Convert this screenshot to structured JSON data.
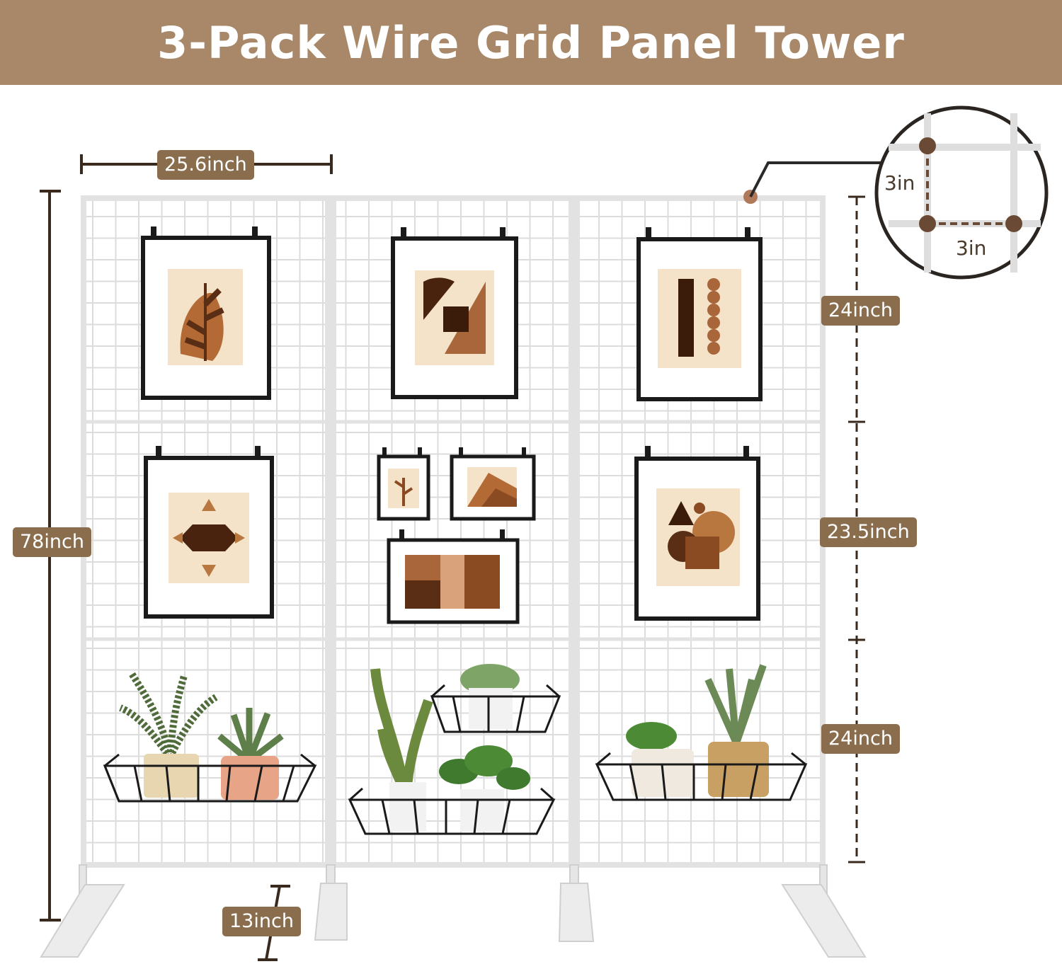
{
  "title": "3-Pack Wire Grid Panel Tower",
  "dimensions": {
    "width": "25.6inch",
    "height": "78inch",
    "base_depth": "13inch",
    "section_top": "24inch",
    "section_middle": "23.5inch",
    "section_bottom": "24inch"
  },
  "grid_detail": {
    "vertical_spacing": "3in",
    "horizontal_spacing": "3in"
  },
  "colors": {
    "banner": "#a88868",
    "label": "#8a6d4c",
    "frame": "#1a1a1a",
    "dimension_line": "#3a2a1e"
  }
}
